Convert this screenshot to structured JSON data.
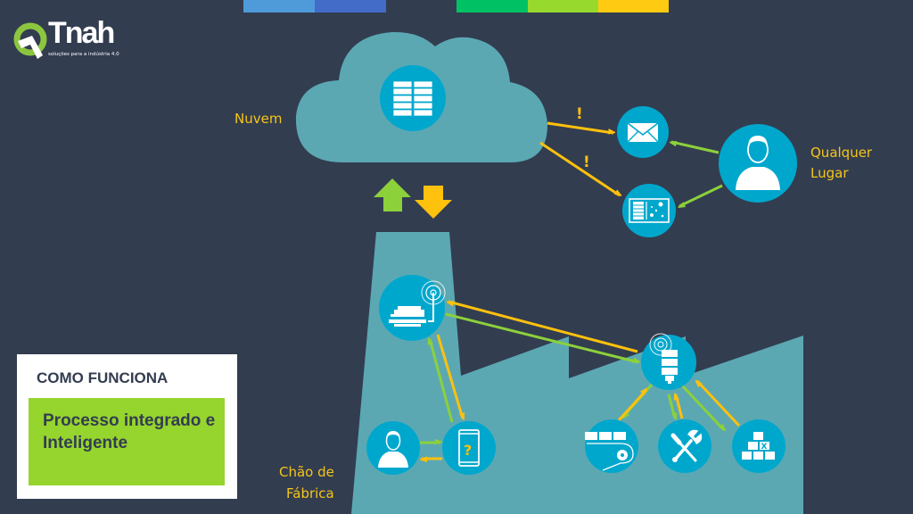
{
  "logo": {
    "brand": "Tnah",
    "tagline": "soluções para a indústria 4.0"
  },
  "top_color_bar": [
    "#4f9bd9",
    "#436cc8",
    "#00c164",
    "#98d92e",
    "#fecb12"
  ],
  "colors": {
    "background": "#333d50",
    "shape_fill": "#5ba8b3",
    "node_fill": "#00a7cd",
    "arrow_yellow": "#fec10d",
    "arrow_green": "#8cd13a",
    "label_color": "#f5c518"
  },
  "labels": {
    "cloud": "Nuvem",
    "anywhere_line1": "Qualquer",
    "anywhere_line2": "Lugar",
    "factory_line1": "Chão de",
    "factory_line2": "Fábrica"
  },
  "alerts": [
    "!",
    "!"
  ],
  "nodes": {
    "cloud_server": "server-icon",
    "email": "envelope-icon",
    "dashboard": "dashboard-icon",
    "remote_user": "user-icon",
    "gateway": "gateway-icon",
    "sensor": "sensor-icon",
    "operator": "user-icon",
    "mobile": "mobile-question-icon",
    "conveyor": "conveyor-icon",
    "maintenance": "tools-icon",
    "inventory": "boxes-icon",
    "mobile_symbol": "?",
    "inventory_symbol": "X"
  },
  "card": {
    "title": "COMO FUNCIONA",
    "body": "Processo integrado e Inteligente"
  }
}
